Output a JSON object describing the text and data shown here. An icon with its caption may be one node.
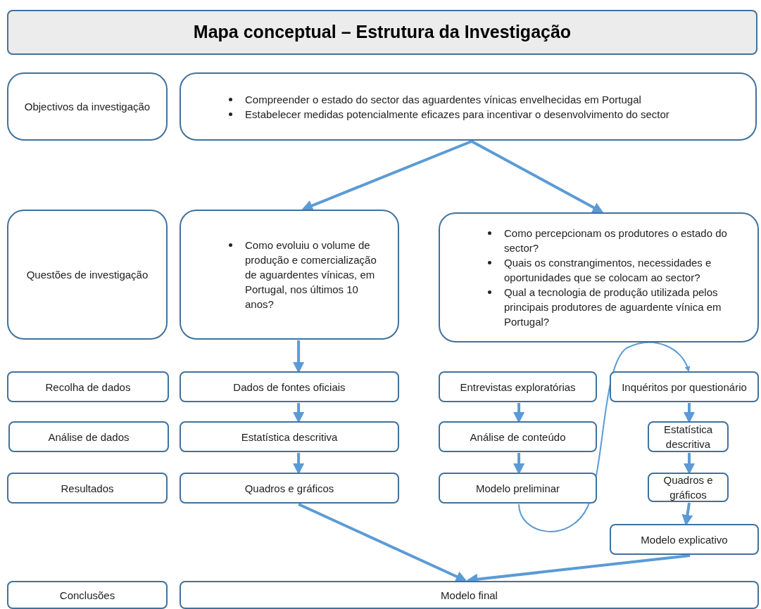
{
  "diagram": {
    "title": "Mapa conceptual – Estrutura da Investigação",
    "nodes": [
      {
        "text": [
          "Objectivos da investigação"
        ]
      },
      {
        "text": [
          "Compreender o estado do sector das aguardentes vínicas envelhecidas em Portugal",
          "Estabelecer medidas potencialmente eficazes para incentivar o desenvolvimento do sector"
        ]
      },
      {
        "text": [
          "Questões de investigação"
        ]
      },
      {
        "text": [
          "Como evoluiu o volume de produção e comercialização de aguardentes vínicas, em Portugal, nos últimos 10 anos?"
        ]
      },
      {
        "text": [
          "Como percepcionam os produtores o estado do sector?",
          "Quais os constrangimentos, necessidades e oportunidades que se colocam ao sector?",
          "Qual a tecnologia de produção utilizada pelos principais produtores de aguardente vínica em Portugal?"
        ]
      },
      {
        "text": [
          "Recolha de dados"
        ]
      },
      {
        "text": [
          "Dados de fontes oficiais"
        ]
      },
      {
        "text": [
          "Entrevistas exploratórias"
        ]
      },
      {
        "text": [
          "Inquéritos por questionário"
        ]
      },
      {
        "text": [
          "Análise de dados"
        ]
      },
      {
        "text": [
          "Estatística descritiva"
        ]
      },
      {
        "text": [
          "Análise de conteúdo"
        ]
      },
      {
        "text": [
          "Estatística descritiva"
        ]
      },
      {
        "text": [
          "Resultados"
        ]
      },
      {
        "text": [
          "Quadros e gráficos"
        ]
      },
      {
        "text": [
          "Modelo preliminar"
        ]
      },
      {
        "text": [
          "Quadros e gráficos"
        ]
      },
      {
        "text": [
          "Modelo explicativo"
        ]
      },
      {
        "text": [
          "Conclusões"
        ]
      },
      {
        "text": [
          "Modelo final"
        ]
      }
    ],
    "edges": [
      {
        "from": 1,
        "to": 3,
        "arrow": "to"
      },
      {
        "from": 1,
        "to": 4,
        "arrow": "to"
      },
      {
        "from": 3,
        "to": 6,
        "arrow": "to"
      },
      {
        "from": 6,
        "to": 10,
        "arrow": "to"
      },
      {
        "from": 10,
        "to": 14,
        "arrow": "to"
      },
      {
        "from": 7,
        "to": 11,
        "arrow": "to"
      },
      {
        "from": 11,
        "to": 15,
        "arrow": "to"
      },
      {
        "from": 15,
        "to": 8,
        "arrow": "to"
      },
      {
        "from": 8,
        "to": 12,
        "arrow": "to"
      },
      {
        "from": 12,
        "to": 16,
        "arrow": "to"
      },
      {
        "from": 16,
        "to": 17,
        "arrow": "to"
      },
      {
        "from": 14,
        "to": 19,
        "arrow": "to"
      },
      {
        "from": 17,
        "to": 19,
        "arrow": "to"
      }
    ]
  }
}
